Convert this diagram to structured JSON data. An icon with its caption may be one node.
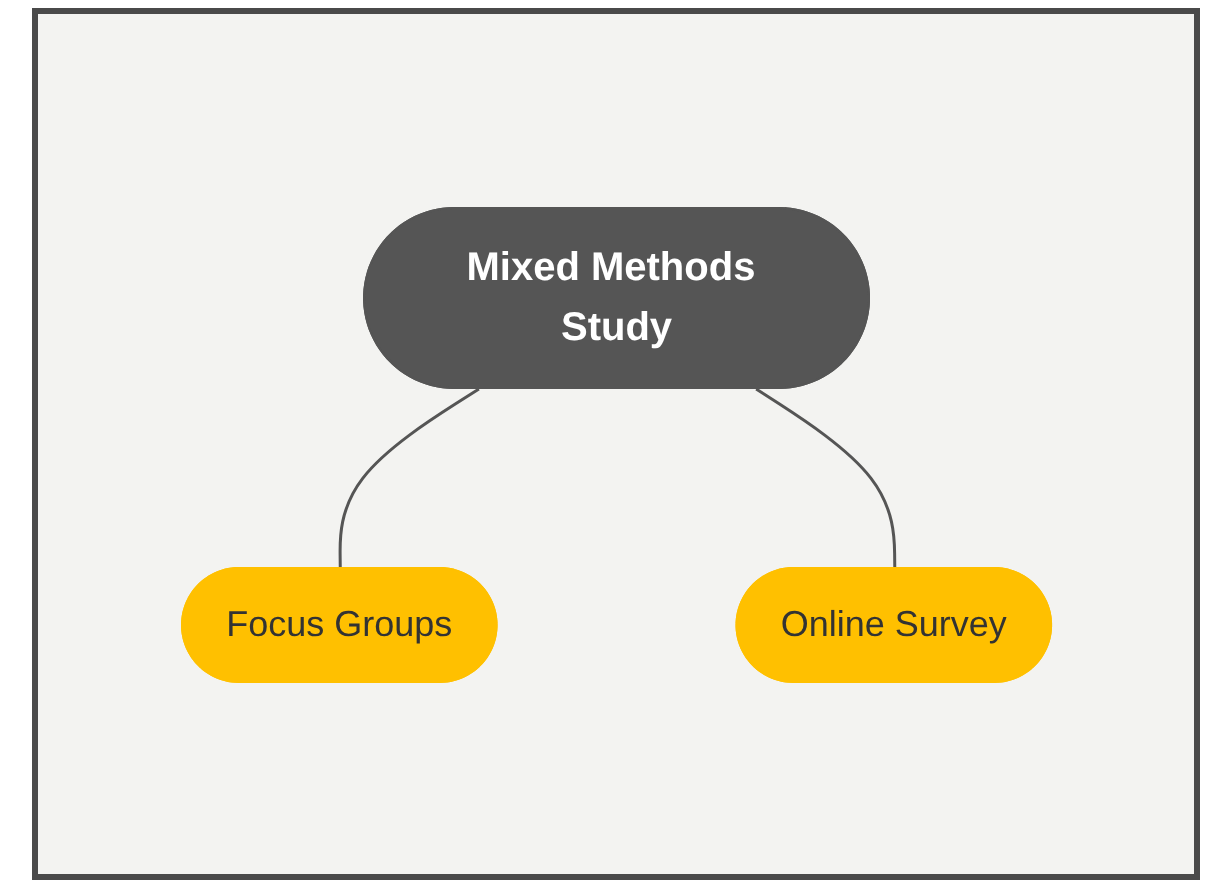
{
  "diagram": {
    "nodes": [
      {
        "text": [
          "Mixed Methods Study"
        ]
      },
      {
        "text": [
          "Focus Groups"
        ]
      },
      {
        "text": [
          "Online Survey"
        ]
      }
    ],
    "edges": [
      {
        "from": 0,
        "to": 1,
        "arrow": "none"
      },
      {
        "from": 0,
        "to": 2,
        "arrow": "none"
      }
    ]
  }
}
